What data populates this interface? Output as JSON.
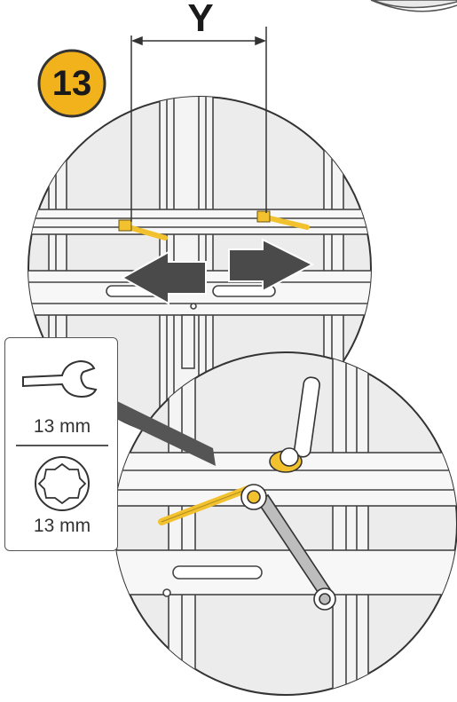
{
  "dimension_label": "Y",
  "step": {
    "number": "13",
    "color": "#f2b21b"
  },
  "tools": [
    {
      "icon": "open-end-wrench-icon",
      "size": "13 mm"
    },
    {
      "icon": "socket-ring-icon",
      "size": "13 mm"
    }
  ],
  "colors": {
    "bolt": "#f2c12e",
    "arrow": "#4a4a4a",
    "circle_fill": "#ececec",
    "outline": "#3a3a3a"
  }
}
